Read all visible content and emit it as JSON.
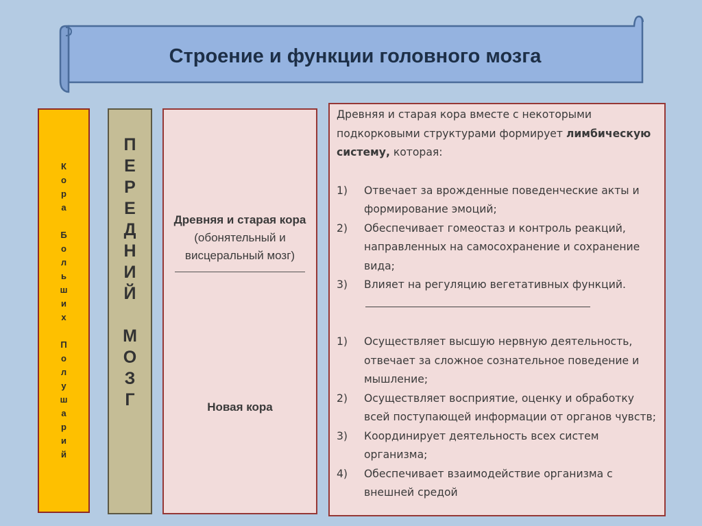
{
  "title": "Строение и функции головного мозга",
  "colors": {
    "background": "#b4cbe3",
    "banner": "#95b3e0",
    "yellow_column": "#fec000",
    "khaki_column": "#c5bd96",
    "pink_panel": "#f2dcdb",
    "panel_border": "#953735"
  },
  "column1": {
    "letters": [
      "К",
      "о",
      "р",
      "а",
      "",
      "Б",
      "о",
      "л",
      "ь",
      "ш",
      "и",
      "х",
      "",
      "П",
      "о",
      "л",
      "у",
      "ш",
      "а",
      "р",
      "и",
      "й"
    ]
  },
  "column2": {
    "letters": [
      "П",
      "Е",
      "Р",
      "Е",
      "Д",
      "Н",
      "И",
      "Й",
      "",
      "М",
      "О",
      "З",
      "Г"
    ]
  },
  "column3": {
    "ancient_title": "Древняя и старая кора",
    "ancient_note": "(обонятельный и висцеральный мозг)",
    "new_cortex": "Новая кора"
  },
  "column4": {
    "intro_part1": "Древняя и старая кора вместе с некоторыми подкорковыми структурами формирует ",
    "intro_bold": "лимбическую систему,",
    "intro_part2": " которая:",
    "list1": [
      {
        "num": "1)",
        "text": "Отвечает за врожденные поведенческие акты и формирование эмоций;"
      },
      {
        "num": "2)",
        "text": "Обеспечивает гомеостаз и контроль реакций, направленных на самосохранение и сохранение вида;"
      },
      {
        "num": "3)",
        "text": "Влияет на регуляцию вегетативных функций."
      }
    ],
    "list2": [
      {
        "num": "1)",
        "text": "Осуществляет высшую нервную деятельность, отвечает за сложное сознательное поведение и мышление;"
      },
      {
        "num": "2)",
        "text": "Осуществляет восприятие, оценку и обработку всей поступающей информации от органов чувств;"
      },
      {
        "num": "3)",
        "text": "Координирует деятельность всех систем организма;"
      },
      {
        "num": "4)",
        "text": "Обеспечивает взаимодействие организма с внешней средой"
      }
    ]
  }
}
